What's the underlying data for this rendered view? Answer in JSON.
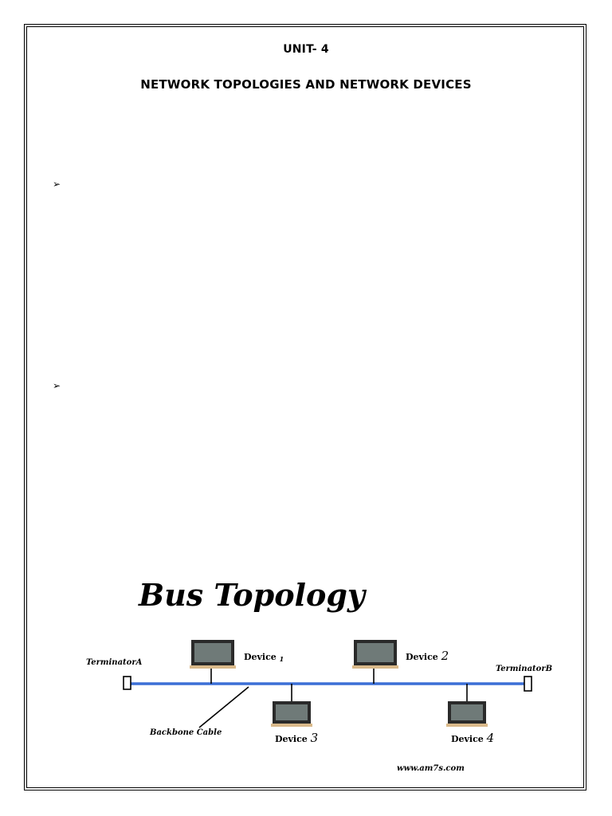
{
  "document": {
    "unit": "UNIT- 4",
    "title": "NETWORK TOPOLOGIES AND NETWORK DEVICES",
    "bullets": [
      "➢",
      "➢"
    ]
  },
  "figure": {
    "heading": "Bus Topology",
    "terminator_a": "TerminatorA",
    "terminator_b": "TerminatorB",
    "backbone_label": "Backbone Cable",
    "devices": [
      {
        "name": "Device",
        "num": "1"
      },
      {
        "name": "Device",
        "num": "2"
      },
      {
        "name": "Device",
        "num": "3"
      },
      {
        "name": "Device",
        "num": "4"
      }
    ],
    "watermark": "www.am7s.com",
    "colors": {
      "cable": "#3b6fd6",
      "laptop_screen": "#6f7a78",
      "laptop_base": "#d9b98a"
    }
  }
}
